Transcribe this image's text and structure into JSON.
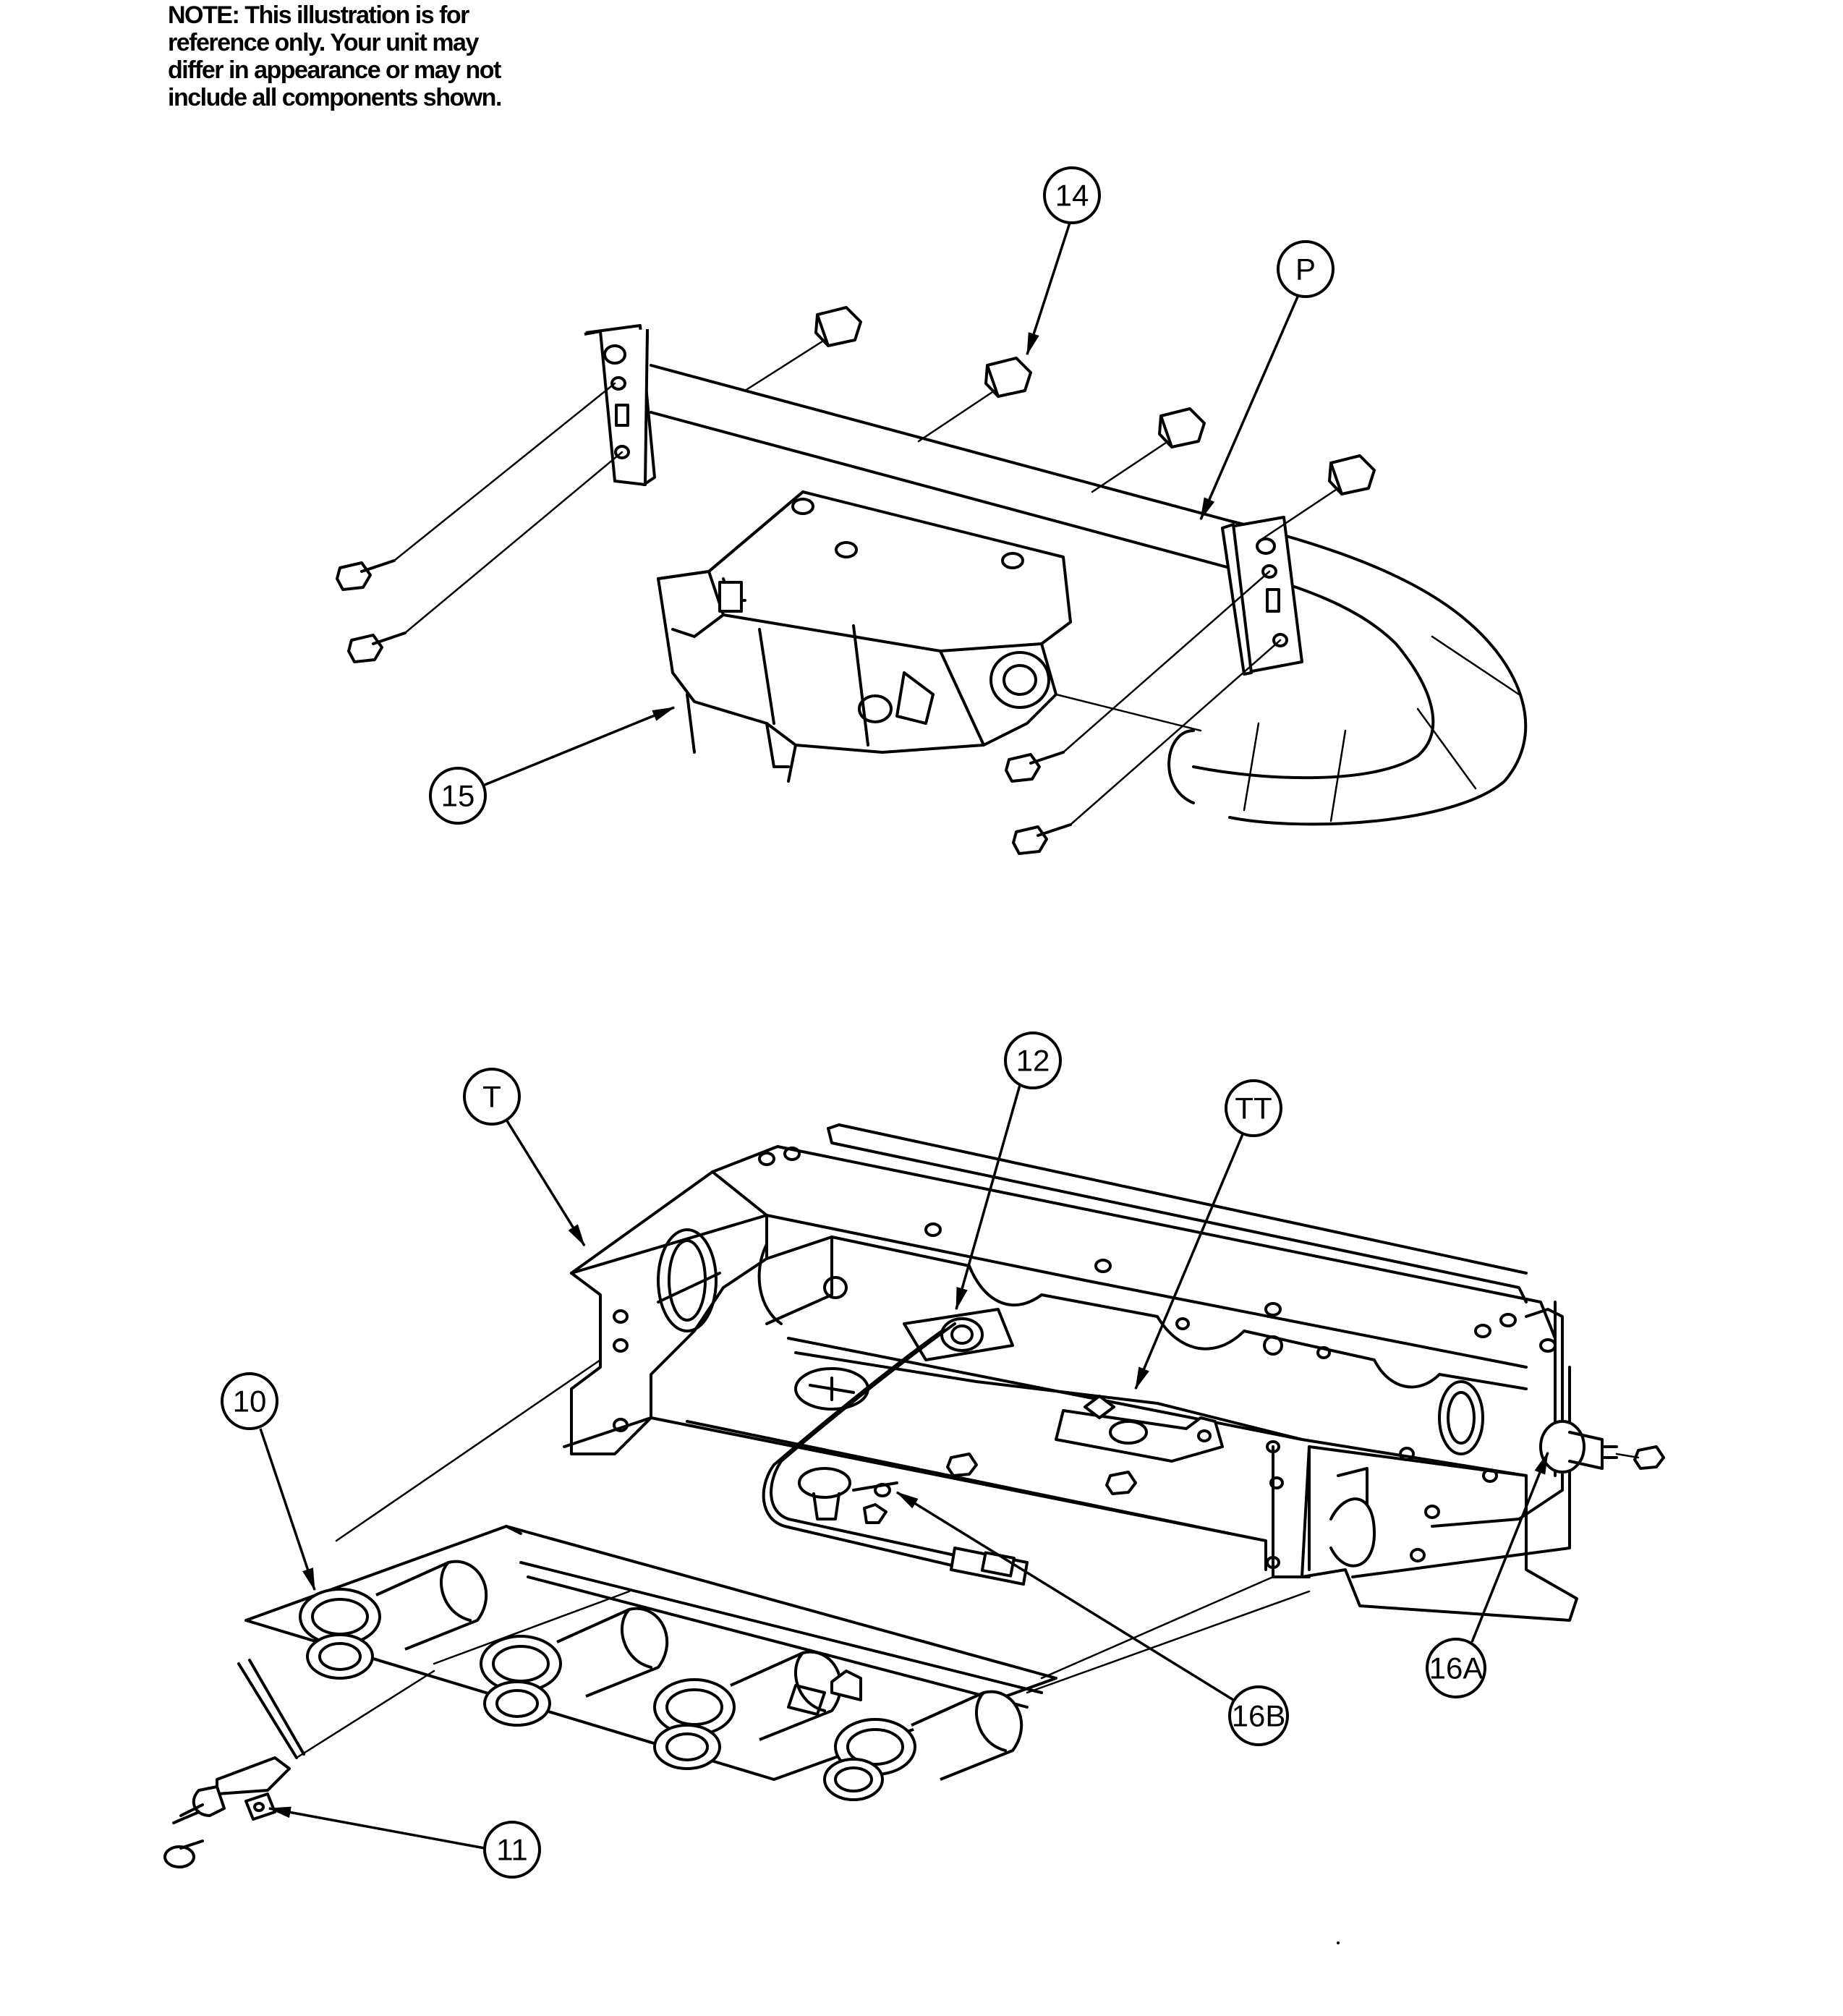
{
  "note": {
    "text": "NOTE: This illustration is for\nreference only. Your unit may\ndiffer in appearance or may not\ninclude all components shown."
  },
  "callouts": {
    "c14": "14",
    "cP": "P",
    "c15": "15",
    "c12": "12",
    "cT": "T",
    "cTT": "TT",
    "c10": "10",
    "c16A": "16A",
    "c16B": "16B",
    "c11": "11"
  }
}
